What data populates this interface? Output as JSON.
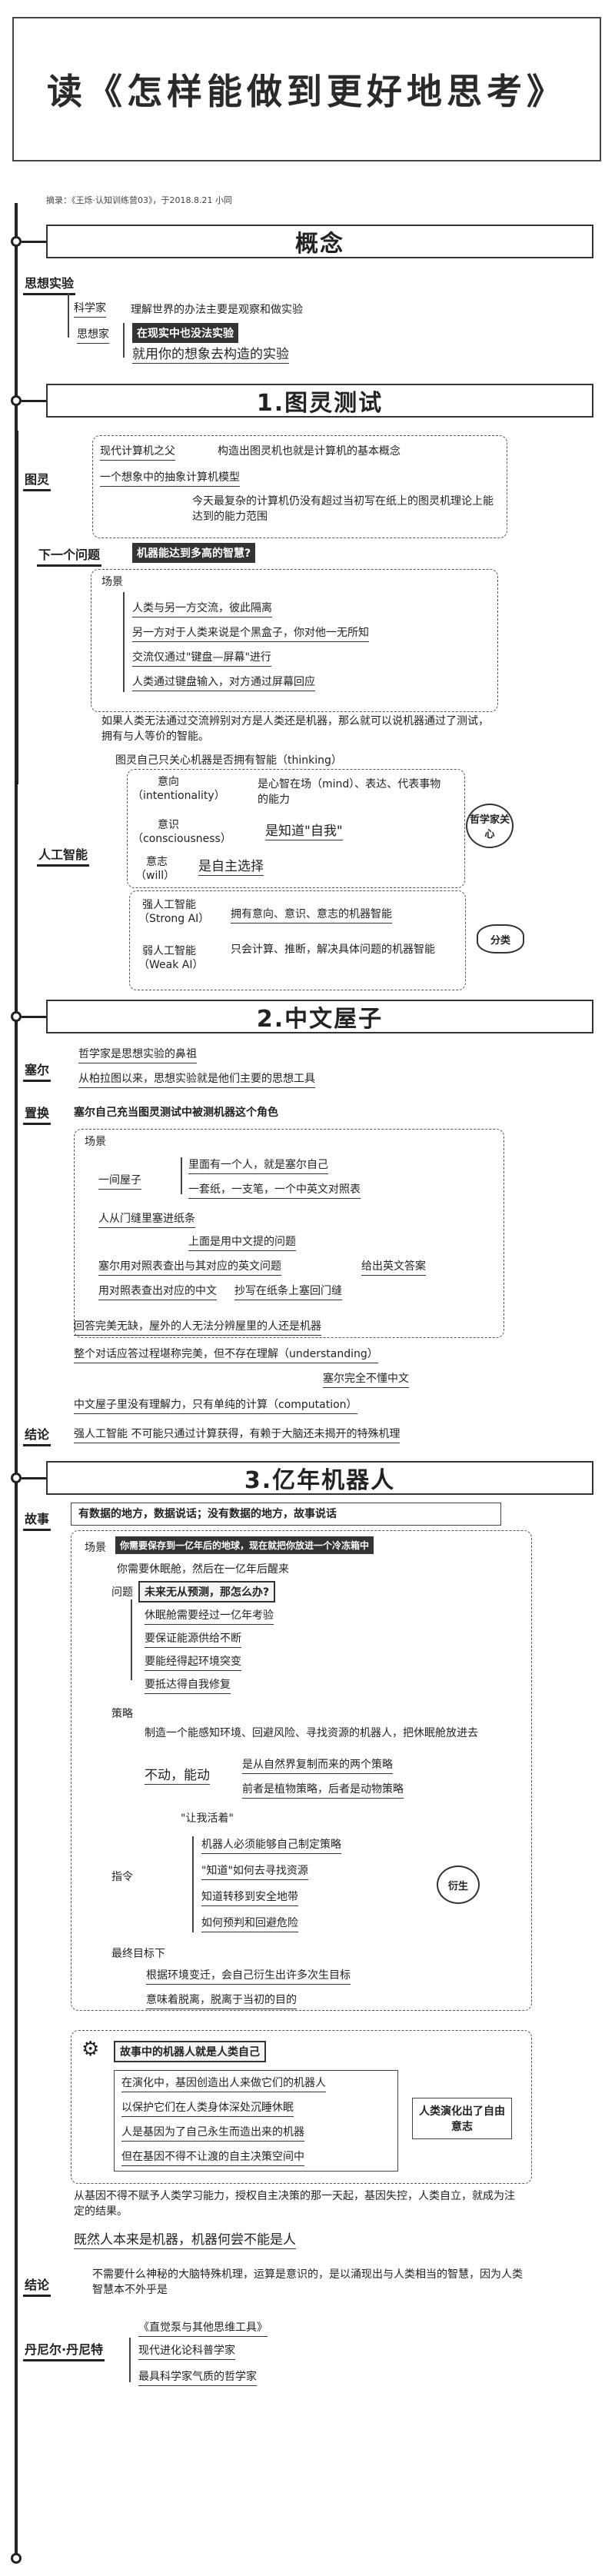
{
  "title": "读《怎样能做到更好地思考》",
  "meta": "摘录：《王烁·认知训练营03》，于2018.8.21 小同",
  "sections": {
    "s1": "概念",
    "s2": "1.图灵测试",
    "s3": "2.中文屋子",
    "s4": "3.亿年机器人"
  },
  "concept": {
    "label": "思想实验",
    "scientist": "科学家",
    "scientist_text": "理解世界的办法主要是观察和做实验",
    "thinker": "思想家",
    "thinker_hl": "在现实中也没法实验",
    "thinker_text": "就用你的想象去构造的实验"
  },
  "turing": {
    "tuling_label": "图灵",
    "modern_father": "现代计算机之父",
    "modern_text": "构造出图灵机也就是计算机的基本概念",
    "model": "一个想象中的抽象计算机模型",
    "model_text": "今天最复杂的计算机仍没有超过当初写在纸上的图灵机理论上能达到的能力范围",
    "next_label": "下一个问题",
    "next_hl": "机器能达到多高的智慧?",
    "scene": "场景",
    "scene_items": [
      "人类与另一方交流，彼此隔离",
      "另一方对于人类来说是个黑盒子，你对他一无所知",
      "交流仅通过\"键盘—屏幕\"进行",
      "人类通过键盘输入，对方通过屏幕回应"
    ],
    "scene_conclusion": "如果人类无法通过交流辨别对方是人类还是机器，那么就可以说机器通过了测试，拥有与人等价的智能。",
    "ai_label": "人工智能",
    "ai_top": "图灵自己只关心机器是否拥有智能（thinking）",
    "intent": "意向",
    "intent_en": "（intentionality）",
    "intent_text": "是心智在场（mind）、表达、代表事物的能力",
    "consciousness": "意识",
    "consciousness_en": "（consciousness）",
    "consciousness_text": "是知道\"自我\"",
    "will": "意志",
    "will_en": "（will）",
    "will_text": "是自主选择",
    "philosopher_note": "哲学家关心",
    "strong": "强人工智能",
    "strong_en": "（Strong AI）",
    "strong_text": "拥有意向、意识、意志的机器智能",
    "weak": "弱人工智能",
    "weak_en": "（Weak AI）",
    "weak_text": "只会计算、推断，解决具体问题的机器智能",
    "classify": "分类"
  },
  "chinese_room": {
    "searle_label": "塞尔",
    "searle1": "哲学家是思想实验的鼻祖",
    "searle2": "从柏拉图以来，思想实验就是他们主要的思想工具",
    "replace_label": "置换",
    "replace_hl": "塞尔自己充当图灵测试中被测机器这个角色",
    "scene": "场景",
    "room": "一间屋子",
    "room_a": "里面有一个人，就是塞尔自己",
    "room_b": "一套纸，一支笔，一个中英文对照表",
    "door": "人从门缝里塞进纸条",
    "door_text": "上面是用中文提的问题",
    "searle_lookup": "塞尔用对照表查出与其对应的英文问题",
    "searle_answer": "给出英文答案",
    "reverse": "用对照表查出对应的中文",
    "reverse_text": "抄写在纸条上塞回门缝",
    "answer": "回答完美无缺，屋外的人无法分辨屋里的人还是机器",
    "understand": "整个对话应答过程堪称完美，但不存在理解（understanding）",
    "no_chinese": "塞尔完全不懂中文",
    "computation": "中文屋子里没有理解力，只有单纯的计算（computation）",
    "conclusion_label": "结论",
    "conclusion": "强人工智能 不可能只通过计算获得，有赖于大脑还未揭开的特殊机理"
  },
  "robot": {
    "story_label": "故事",
    "story_top": "有数据的地方，数据说话；没有数据的地方，故事说话",
    "scene": "场景",
    "scene_hl": "你需要保存到一亿年后的地球，现在就把你放进一个冷冻箱中",
    "sleep": "你需要休眠舱，然后在一亿年后醒来",
    "question": "问题",
    "question_hl": "未来无从预测，那怎么办?",
    "q_items": [
      "休眠舱需要经过一亿年考验",
      "要保证能源供给不断",
      "要能经得起环境突变",
      "要抵达得自我修复"
    ],
    "strategy": "策略",
    "strategy1": "制造一个能感知环境、回避风险、寻找资源的机器人，把休眠舱放进去",
    "move": "不动，能动",
    "move_a": "是从自然界复制而来的两个策略",
    "move_b": "前者是植物策略，后者是动物策略",
    "instruct": "指令",
    "let_live": "\"让我活着\"",
    "inst_items": [
      "机器人必须能够自己制定策略",
      "\"知道\"如何去寻找资源",
      "知道转移到安全地带",
      "如何预判和回避危险"
    ],
    "derive": "衍生",
    "final": "最终目标下",
    "final_a": "根据环境变迁，会自己衍生出许多次生目标",
    "final_b": "意味着脱离，脱离于当初的目的",
    "story_in": "故事中的机器人就是人类自己",
    "story_items": [
      "在演化中，基因创造出人来做它们的机器人",
      "以保护它们在人类身体深处沉睡休眠",
      "人是基因为了自己永生而造出来的机器",
      "但在基因不得不让渡的自主决策空间中"
    ],
    "free_will": "人类演化出了自由意志",
    "gene_text": "从基因不得不赋予人类学习能力，授权自主决策的那一天起，基因失控，人类自立，就成为注定的结果。",
    "both": "既然人本来是机器，机器何尝不能是人",
    "conclusion_label": "结论",
    "conclusion": "不需要什么神秘的大脑特殊机理，运算是意识的，是以涌现出与人类相当的智慧，因为人类智慧本不外乎是",
    "dennett_label": "丹尼尔·丹尼特",
    "dennett_book": "《直觉泵与其他思维工具》",
    "dennett_a": "现代进化论科普学家",
    "dennett_b": "最具科学家气质的哲学家"
  }
}
